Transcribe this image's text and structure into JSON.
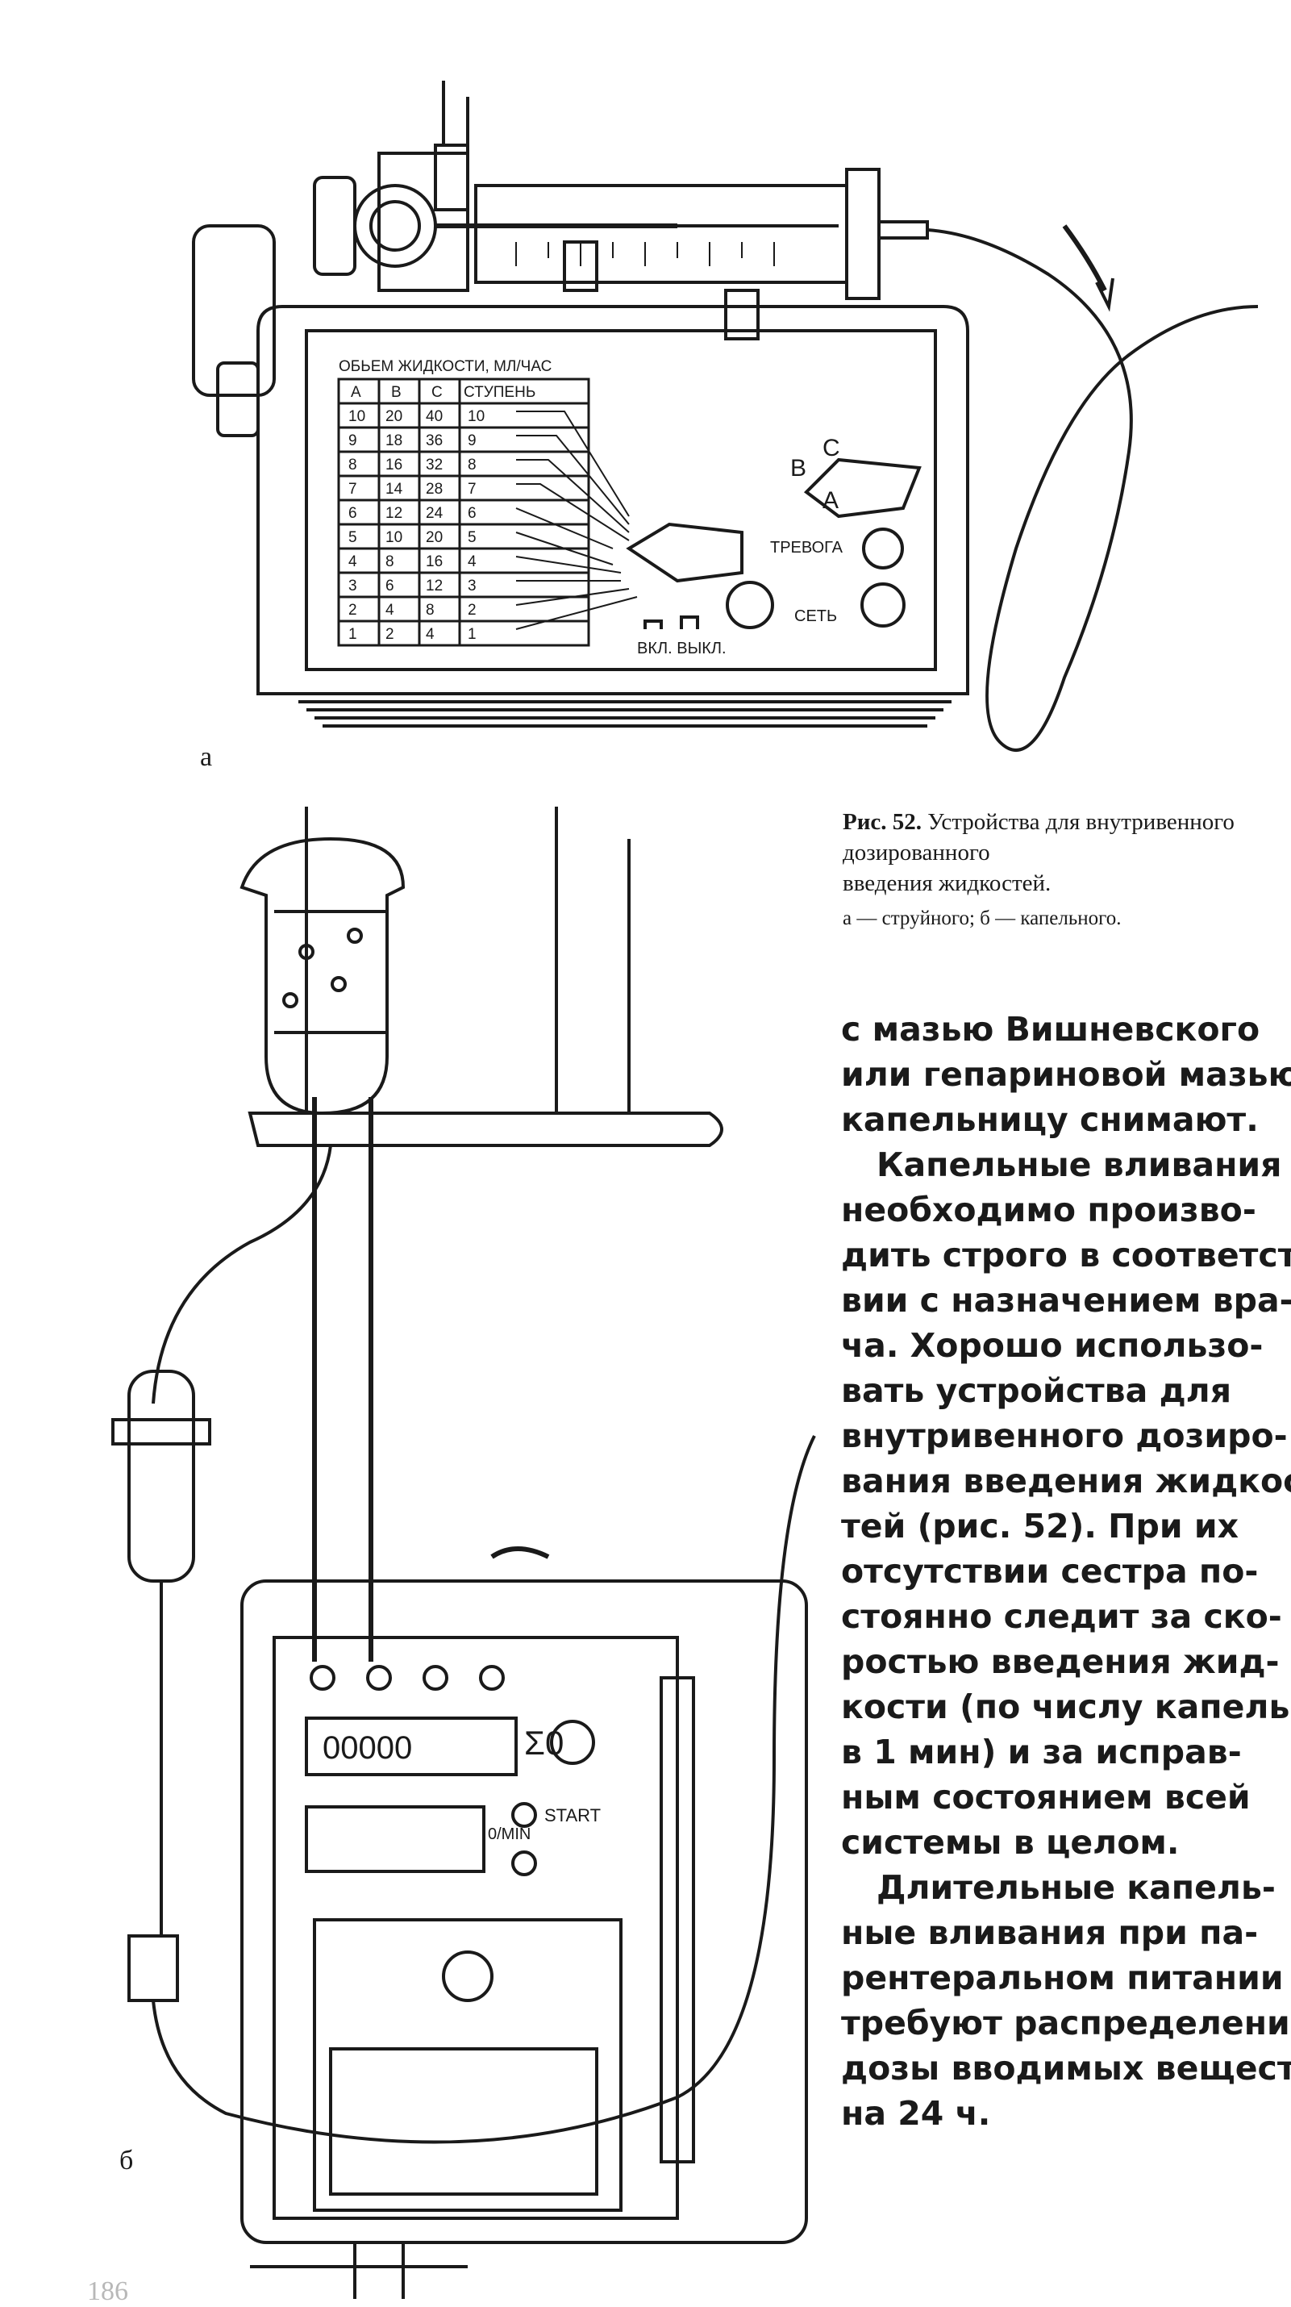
{
  "figure_a": {
    "panel_letter": "а",
    "table_title": "ОБЬЕМ ЖИДКОСТИ, МЛ/ЧАС",
    "columns": [
      "A",
      "B",
      "C",
      "СТУПЕНЬ"
    ],
    "rows": [
      [
        "10",
        "20",
        "40",
        "10"
      ],
      [
        "9",
        "18",
        "36",
        "9"
      ],
      [
        "8",
        "16",
        "32",
        "8"
      ],
      [
        "7",
        "14",
        "28",
        "7"
      ],
      [
        "6",
        "12",
        "24",
        "6"
      ],
      [
        "5",
        "10",
        "20",
        "5"
      ],
      [
        "4",
        "8",
        "16",
        "4"
      ],
      [
        "3",
        "6",
        "12",
        "3"
      ],
      [
        "2",
        "4",
        "8",
        "2"
      ],
      [
        "1",
        "2",
        "4",
        "1"
      ]
    ],
    "selector_labels": {
      "c": "C",
      "b": "B",
      "a": "A"
    },
    "alarm_label": "ТРЕВОГА",
    "power_label": "СЕТЬ",
    "onoff_label": "ВКЛ. ВЫКЛ."
  },
  "figure_b": {
    "panel_letter": "б",
    "sigma_label": "Σ0",
    "start_label": "START",
    "rate_label": "0/MIN",
    "counter_digits": "00000"
  },
  "caption": {
    "label": "Рис. 52.",
    "lines": [
      "Устройства для внутривенного дозированного",
      "введения жидкостей."
    ],
    "sub": "а — струйного;  б — капельного."
  },
  "body": {
    "lines": [
      "с мазью Вишневского",
      "или гепариновой мазью,",
      "капельницу снимают.",
      "Капельные вливания",
      "необходимо произво-",
      "дить строго в соответст-",
      "вии с назначением вра-",
      "ча. Хорошо использо-",
      "вать устройства для",
      "внутривенного дозиро-",
      "вания введения жидкос-",
      "тей (рис. 52). При их",
      "отсутствии сестра по-",
      "стоянно следит за ско-",
      "ростью введения жид-",
      "кости (по числу капель",
      "в 1 мин) и за исправ-",
      "ным состоянием всей",
      "системы в целом.",
      "Длительные капель-",
      "ные вливания при па-",
      "рентеральном питании",
      "требуют распределения",
      "дозы вводимых веществ",
      "на 24 ч."
    ]
  },
  "page_number": "186"
}
